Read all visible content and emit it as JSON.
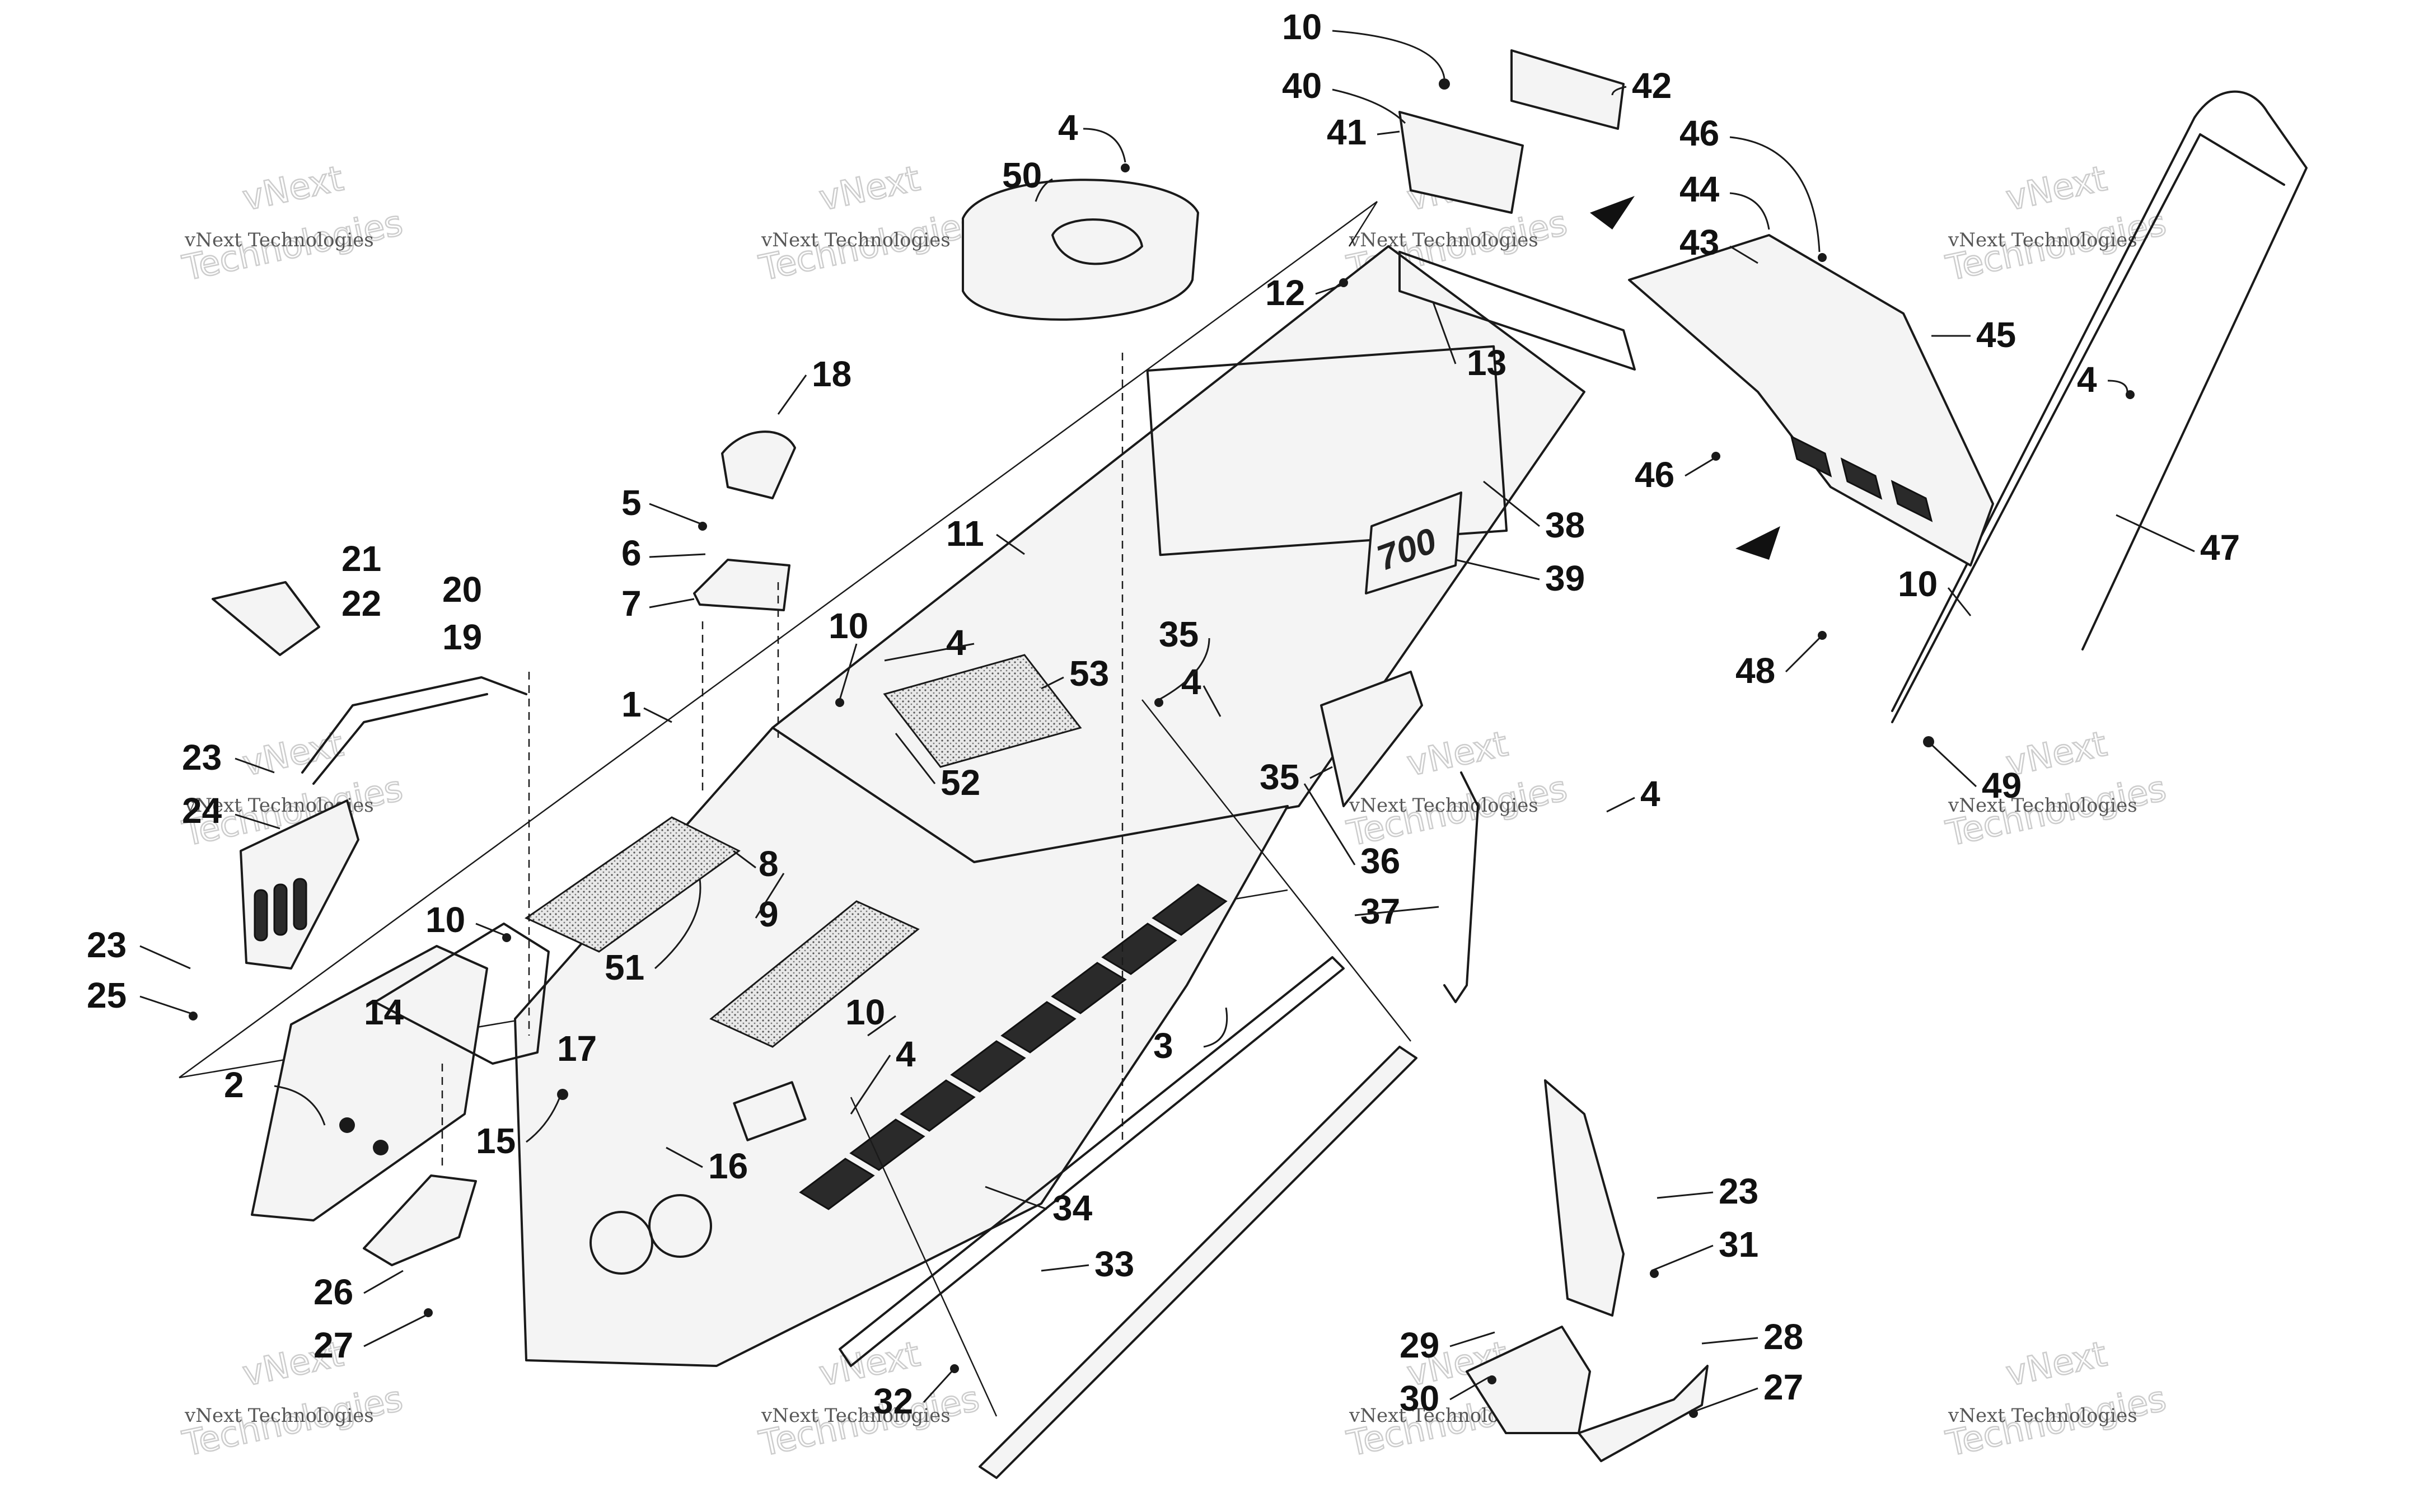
{
  "callouts": [
    {
      "id": "c-10a",
      "label": "10"
    },
    {
      "id": "c-40",
      "label": "40"
    },
    {
      "id": "c-42",
      "label": "42"
    },
    {
      "id": "c-41",
      "label": "41"
    },
    {
      "id": "c-4a",
      "label": "4"
    },
    {
      "id": "c-50",
      "label": "50"
    },
    {
      "id": "c-46a",
      "label": "46"
    },
    {
      "id": "c-44",
      "label": "44"
    },
    {
      "id": "c-43",
      "label": "43"
    },
    {
      "id": "c-12",
      "label": "12"
    },
    {
      "id": "c-13",
      "label": "13"
    },
    {
      "id": "c-45",
      "label": "45"
    },
    {
      "id": "c-18",
      "label": "18"
    },
    {
      "id": "c-46b",
      "label": "46"
    },
    {
      "id": "c-4b",
      "label": "4"
    },
    {
      "id": "c-5",
      "label": "5"
    },
    {
      "id": "c-38",
      "label": "38"
    },
    {
      "id": "c-21",
      "label": "21"
    },
    {
      "id": "c-6",
      "label": "6"
    },
    {
      "id": "c-11",
      "label": "11"
    },
    {
      "id": "c-39",
      "label": "39"
    },
    {
      "id": "c-47",
      "label": "47"
    },
    {
      "id": "c-20",
      "label": "20"
    },
    {
      "id": "c-22",
      "label": "22"
    },
    {
      "id": "c-7",
      "label": "7"
    },
    {
      "id": "c-35a",
      "label": "35"
    },
    {
      "id": "c-19",
      "label": "19"
    },
    {
      "id": "c-10b",
      "label": "10"
    },
    {
      "id": "c-4c",
      "label": "4"
    },
    {
      "id": "c-53",
      "label": "53"
    },
    {
      "id": "c-48",
      "label": "48"
    },
    {
      "id": "c-4d",
      "label": "4"
    },
    {
      "id": "c-1",
      "label": "1"
    },
    {
      "id": "c-23a",
      "label": "23"
    },
    {
      "id": "c-52",
      "label": "52"
    },
    {
      "id": "c-49",
      "label": "49"
    },
    {
      "id": "c-35b",
      "label": "35"
    },
    {
      "id": "c-24",
      "label": "24"
    },
    {
      "id": "c-4e",
      "label": "4"
    },
    {
      "id": "c-8",
      "label": "8"
    },
    {
      "id": "c-36",
      "label": "36"
    },
    {
      "id": "c-9",
      "label": "9"
    },
    {
      "id": "c-37",
      "label": "37"
    },
    {
      "id": "c-10c",
      "label": "10"
    },
    {
      "id": "c-23b",
      "label": "23"
    },
    {
      "id": "c-25",
      "label": "25"
    },
    {
      "id": "c-51",
      "label": "51"
    },
    {
      "id": "c-14",
      "label": "14"
    },
    {
      "id": "c-10d",
      "label": "10"
    },
    {
      "id": "c-3",
      "label": "3"
    },
    {
      "id": "c-4f",
      "label": "4"
    },
    {
      "id": "c-17",
      "label": "17"
    },
    {
      "id": "c-2",
      "label": "2"
    },
    {
      "id": "c-15",
      "label": "15"
    },
    {
      "id": "c-16",
      "label": "16"
    },
    {
      "id": "c-23c",
      "label": "23"
    },
    {
      "id": "c-34",
      "label": "34"
    },
    {
      "id": "c-31",
      "label": "31"
    },
    {
      "id": "c-33",
      "label": "33"
    },
    {
      "id": "c-26",
      "label": "26"
    },
    {
      "id": "c-28",
      "label": "28"
    },
    {
      "id": "c-27a",
      "label": "27"
    },
    {
      "id": "c-29",
      "label": "29"
    },
    {
      "id": "c-27b",
      "label": "27"
    },
    {
      "id": "c-30",
      "label": "30"
    },
    {
      "id": "c-32",
      "label": "32"
    }
  ],
  "decal": {
    "text": "700"
  },
  "watermark": {
    "line1": "vNext",
    "line2": "Technologies",
    "line3": "vNext Technologies"
  }
}
